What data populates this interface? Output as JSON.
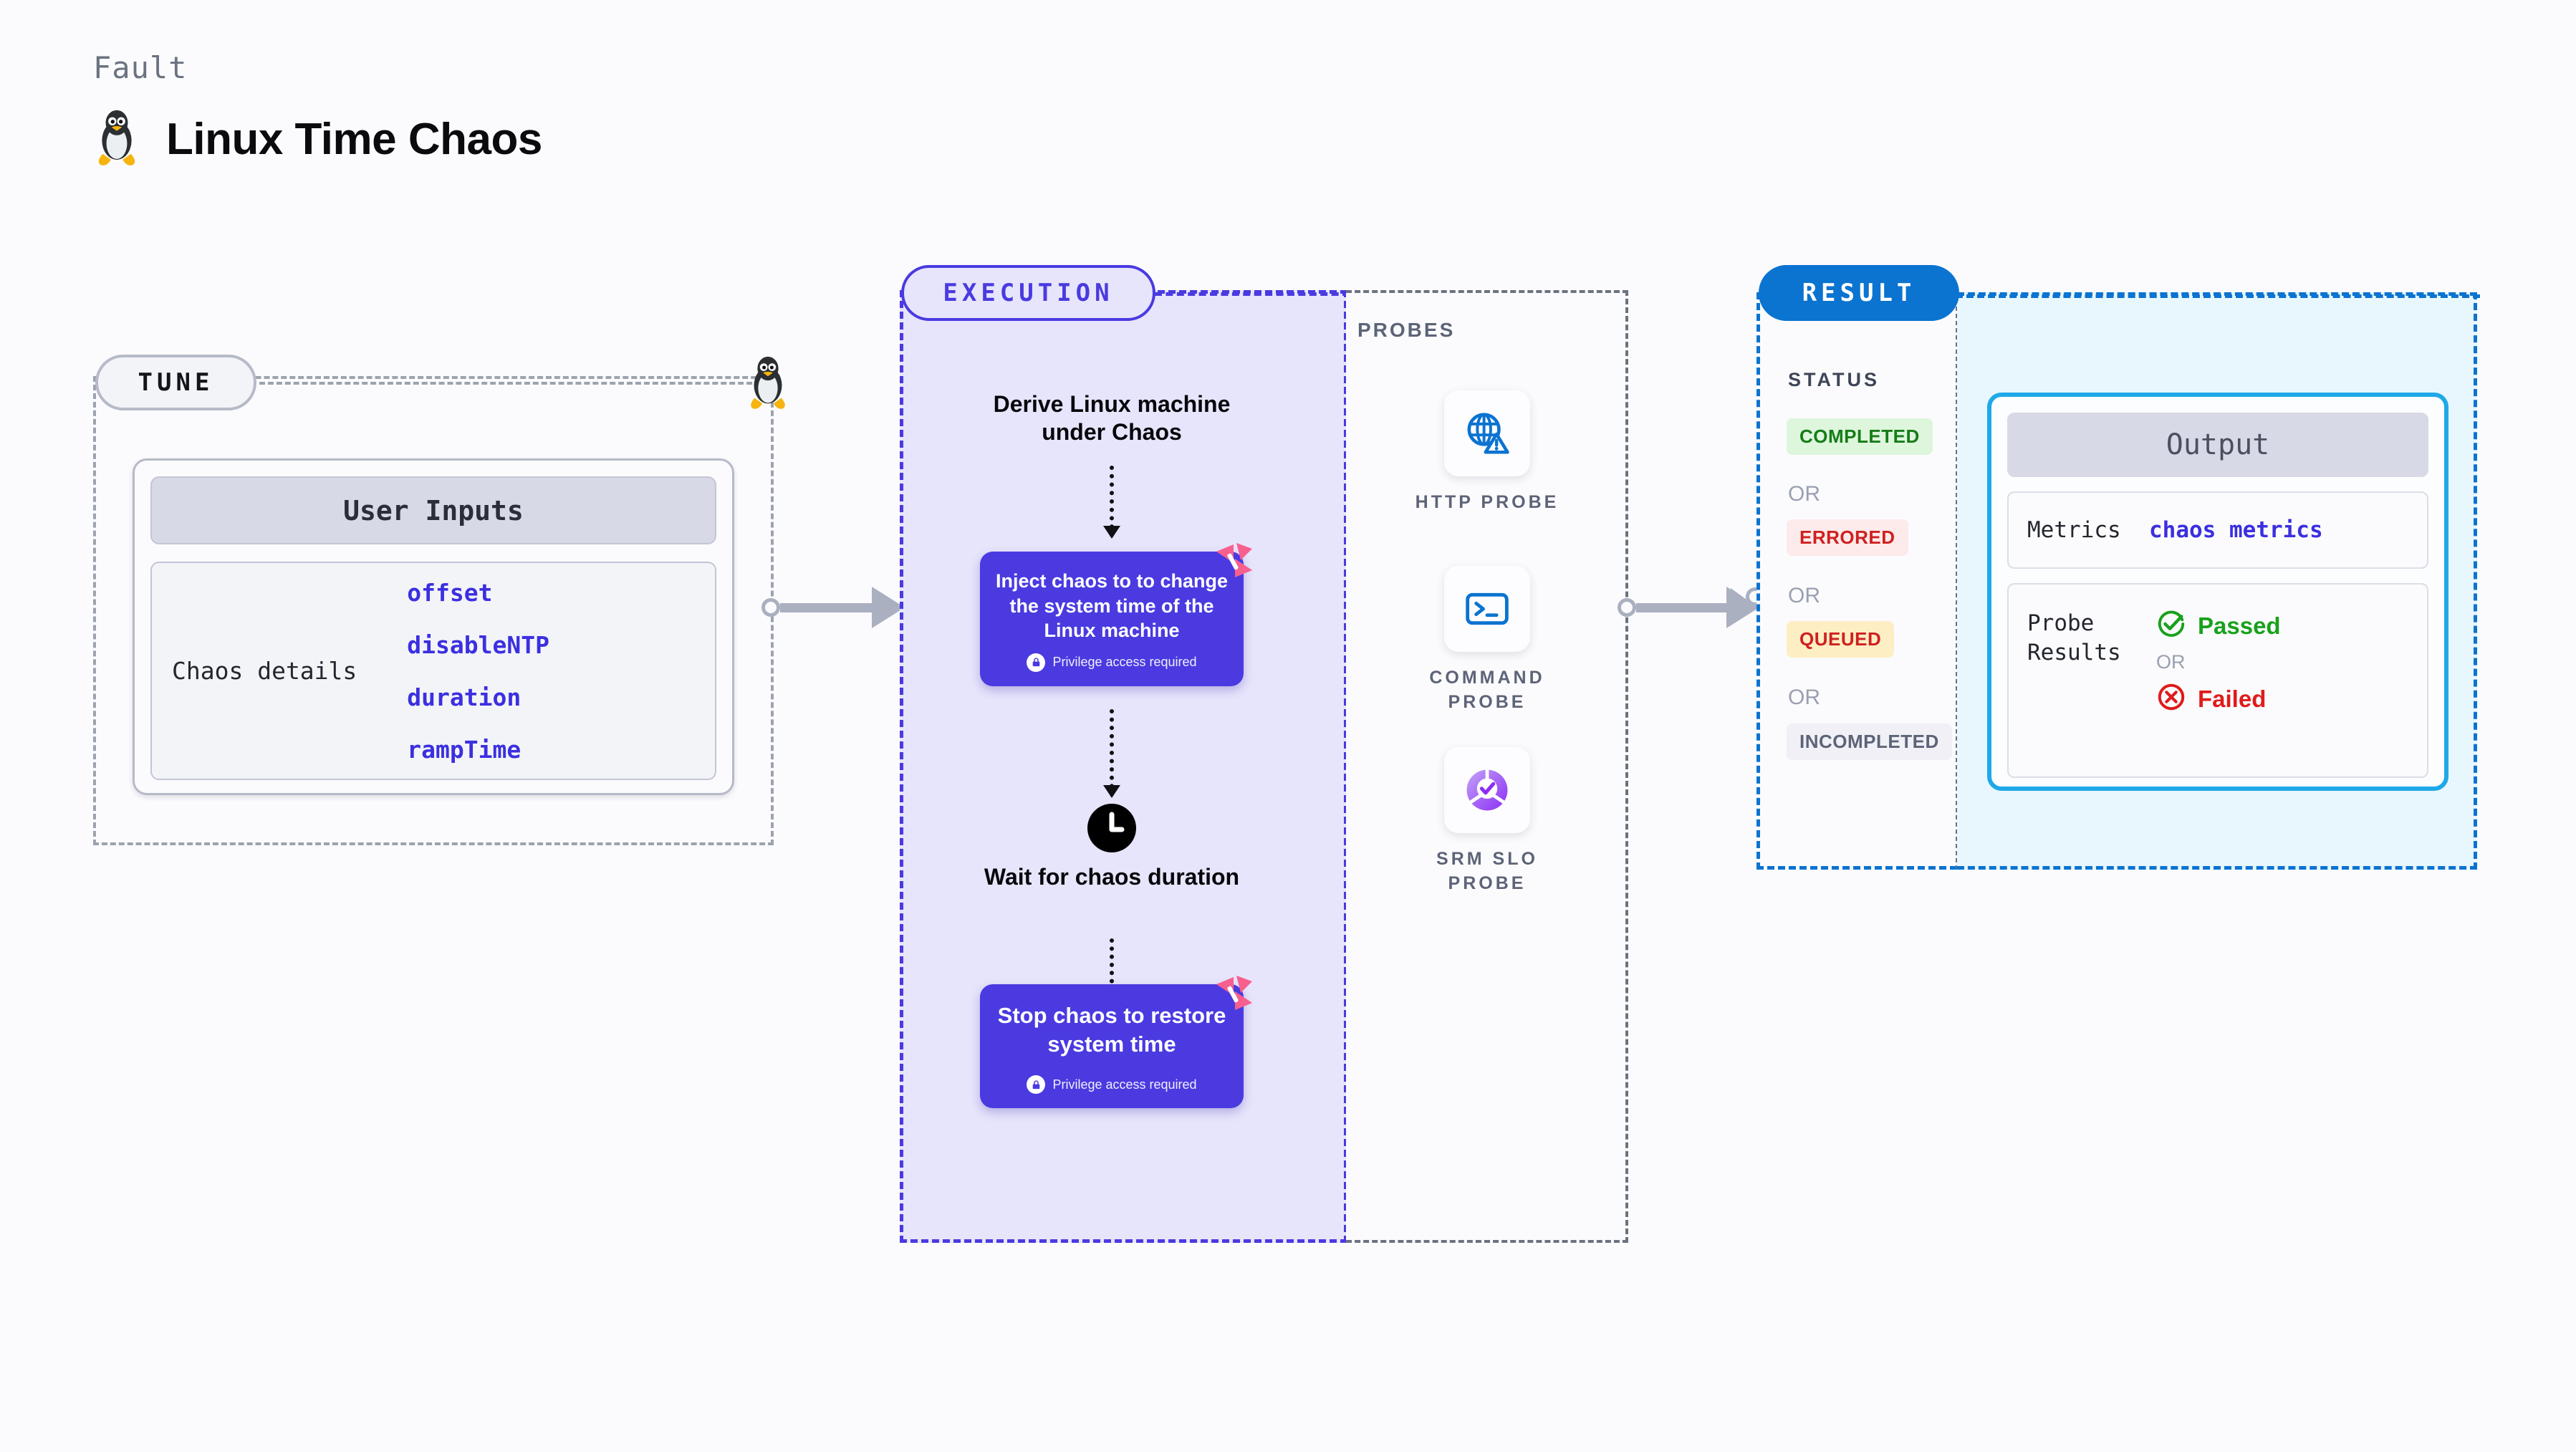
{
  "header": {
    "kicker": "Fault",
    "title": "Linux Time Chaos",
    "icon": "linux-penguin-icon"
  },
  "tune": {
    "pill_label": "TUNE",
    "card": {
      "header": "User Inputs",
      "key": "Chaos details",
      "values": [
        "offset",
        "disableNTP",
        "duration",
        "rampTime"
      ]
    }
  },
  "execution": {
    "pill_label": "EXECUTION",
    "steps": [
      {
        "type": "text",
        "title": "Derive Linux machine under Chaos"
      },
      {
        "type": "card",
        "title": "Inject chaos to to change the system time of the Linux machine",
        "subtitle": "Privilege access required",
        "badge": "harness-logo-icon",
        "lock": "lock-icon"
      },
      {
        "type": "clock",
        "title": "Wait for chaos duration",
        "icon": "clock-icon"
      },
      {
        "type": "card",
        "title": "Stop chaos to restore system time",
        "subtitle": "Privilege access required",
        "badge": "harness-logo-icon",
        "lock": "lock-icon"
      }
    ]
  },
  "probes": {
    "title": "PROBES",
    "items": [
      {
        "label": "HTTP PROBE",
        "icon": "globe-warning-icon"
      },
      {
        "label": "COMMAND PROBE",
        "icon": "terminal-icon"
      },
      {
        "label": "SRM SLO PROBE",
        "icon": "slo-donut-check-icon"
      }
    ]
  },
  "result": {
    "pill_label": "RESULT",
    "status_title": "STATUS",
    "or_label": "OR",
    "statuses": [
      {
        "label": "COMPLETED",
        "color": "#167c18",
        "bg": "#ddf6dc"
      },
      {
        "label": "ERRORED",
        "color": "#cf2020",
        "bg": "#fdeaea"
      },
      {
        "label": "QUEUED",
        "color": "#cf2020",
        "bg": "#fdeec3"
      },
      {
        "label": "INCOMPLETED",
        "color": "#5d6478",
        "bg": "#f0f0f6"
      }
    ],
    "output": {
      "header": "Output",
      "metrics_key": "Metrics",
      "metrics_value": "chaos metrics",
      "probe_key": "Probe Results",
      "passed": "Passed",
      "or_label": "OR",
      "failed": "Failed",
      "passed_icon": "check-circle-icon",
      "failed_icon": "x-circle-icon"
    }
  },
  "colors": {
    "accent_purple": "#4a3ae0",
    "accent_blue": "#0b73d0",
    "accent_cyan": "#1fa8e8",
    "harness_pink": "#f75f8f",
    "connector_gray": "#aab0c0"
  }
}
